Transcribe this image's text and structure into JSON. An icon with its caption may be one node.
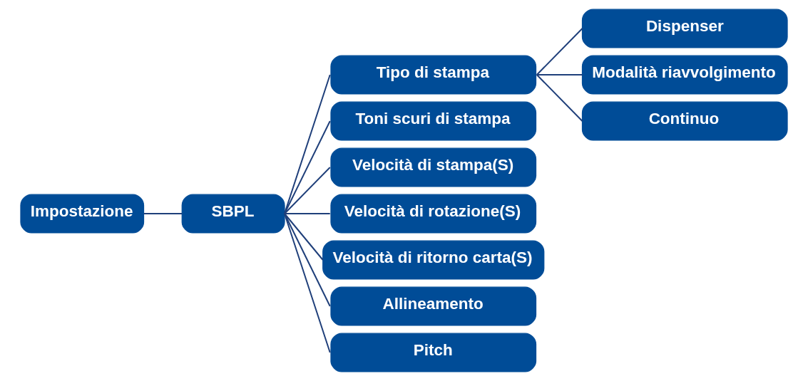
{
  "diagram": {
    "nodes": [
      {
        "text": [
          "Impostazione"
        ]
      },
      {
        "text": [
          "SBPL"
        ]
      },
      {
        "text": [
          "Tipo di stampa"
        ]
      },
      {
        "text": [
          "Toni scuri di stampa"
        ]
      },
      {
        "text": [
          "Velocità di stampa(S)"
        ]
      },
      {
        "text": [
          "Velocità di rotazione(S)"
        ]
      },
      {
        "text": [
          "Velocità di ritorno carta(S)"
        ]
      },
      {
        "text": [
          "Allineamento"
        ]
      },
      {
        "text": [
          "Pitch"
        ]
      },
      {
        "text": [
          "Dispenser"
        ]
      },
      {
        "text": [
          "Modalità riavvolgimento"
        ]
      },
      {
        "text": [
          "Continuo"
        ]
      }
    ],
    "edges": [
      {
        "from": 0,
        "to": 1,
        "arrow": "none"
      },
      {
        "from": 1,
        "to": 2,
        "arrow": "none"
      },
      {
        "from": 1,
        "to": 3,
        "arrow": "none"
      },
      {
        "from": 1,
        "to": 4,
        "arrow": "none"
      },
      {
        "from": 1,
        "to": 5,
        "arrow": "none"
      },
      {
        "from": 1,
        "to": 6,
        "arrow": "none"
      },
      {
        "from": 1,
        "to": 7,
        "arrow": "none"
      },
      {
        "from": 1,
        "to": 8,
        "arrow": "none"
      },
      {
        "from": 2,
        "to": 9,
        "arrow": "none"
      },
      {
        "from": 2,
        "to": 10,
        "arrow": "none"
      },
      {
        "from": 2,
        "to": 11,
        "arrow": "none"
      }
    ]
  }
}
